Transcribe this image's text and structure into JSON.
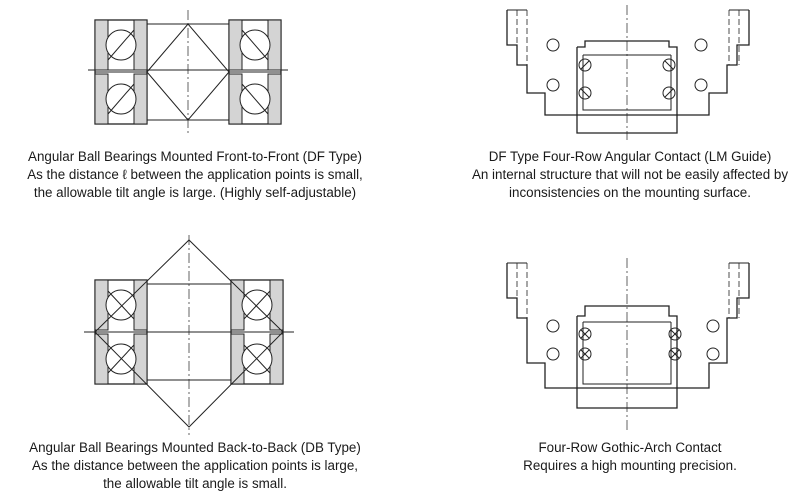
{
  "panels": {
    "df_bearing": {
      "caption_line1": "Angular Ball Bearings Mounted Front-to-Front (DF Type)",
      "caption_line2": "As the distance ℓ between the application points is small,",
      "caption_line3": "the allowable tilt angle is large. (Highly self-adjustable)"
    },
    "df_lm_guide": {
      "caption_line1": "DF Type Four-Row Angular Contact (LM Guide)",
      "caption_line2": "An internal structure that will not be easily affected by",
      "caption_line3": "inconsistencies on the mounting surface."
    },
    "db_bearing": {
      "caption_line1": "Angular Ball Bearings Mounted Back-to-Back (DB Type)",
      "caption_line2": "As the distance between the application points is large,",
      "caption_line3": "the allowable tilt angle is small."
    },
    "gothic_arch": {
      "caption_line1": "Four-Row Gothic-Arch Contact",
      "caption_line2": "Requires a high mounting precision."
    }
  },
  "colors": {
    "line": "#222222",
    "shade": "#d4d4d4",
    "background": "#ffffff"
  }
}
